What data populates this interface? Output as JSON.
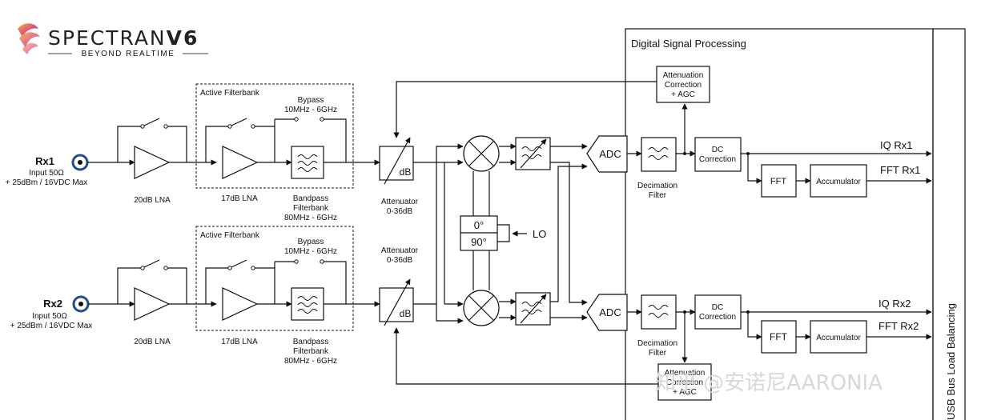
{
  "logo": {
    "name": "SPECTRAN",
    "version": "V6",
    "tagline": "BEYOND REALTIME"
  },
  "inputs": {
    "rx1": {
      "label": "Rx1",
      "impedance": "Input 50Ω",
      "max_power": "+ 25dBm / 16VDC Max"
    },
    "rx2": {
      "label": "Rx2",
      "impedance": "Input 50Ω",
      "max_power": "+ 25dBm / 16VDC Max"
    }
  },
  "blocks": {
    "lna1": "20dB LNA",
    "lna2": "17dB LNA",
    "filterbank_title": "Active Filterbank",
    "bypass_line1": "Bypass",
    "bypass_line2": "10MHz - 6GHz",
    "bandpass_line1": "Bandpass",
    "bandpass_line2": "Filterbank",
    "bandpass_line3": "80MHz - 6GHz",
    "attenuator_line1": "Attenuator",
    "attenuator_line2": "0-36dB",
    "db": "dB",
    "phase_0": "0°",
    "phase_90": "90°",
    "lo": "LO",
    "adc": "ADC"
  },
  "dsp": {
    "title": "Digital Signal Processing",
    "atten_line1": "Attenuation",
    "atten_line2": "Correction",
    "atten_line3": "+ AGC",
    "decimation_line1": "Decimation",
    "decimation_line2": "Filter",
    "dc_line1": "DC",
    "dc_line2": "Correction",
    "fft": "FFT",
    "accumulator": "Accumulator",
    "iq_rx1": "IQ Rx1",
    "fft_rx1": "FFT Rx1",
    "iq_rx2": "IQ Rx2",
    "fft_rx2": "FFT Rx2"
  },
  "usb": {
    "label": "USB Bus Load Balancing"
  },
  "watermark": "知乎 @安诺尼AARONIA",
  "colors": {
    "line": "#111111",
    "connector_ring": "#1f4e8c",
    "logo_accent": "#3a6bd6"
  }
}
